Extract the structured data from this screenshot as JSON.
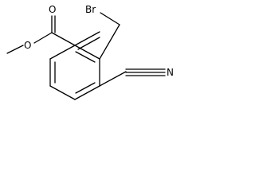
{
  "molecule": {
    "atoms": {
      "ether_oxygen": "O",
      "carbonyl_oxygen": "O",
      "bromine": "Br",
      "nitrile_nitrogen": "N"
    }
  },
  "colors": {
    "bond": "#000000",
    "text": "#000000",
    "background": "#ffffff"
  }
}
